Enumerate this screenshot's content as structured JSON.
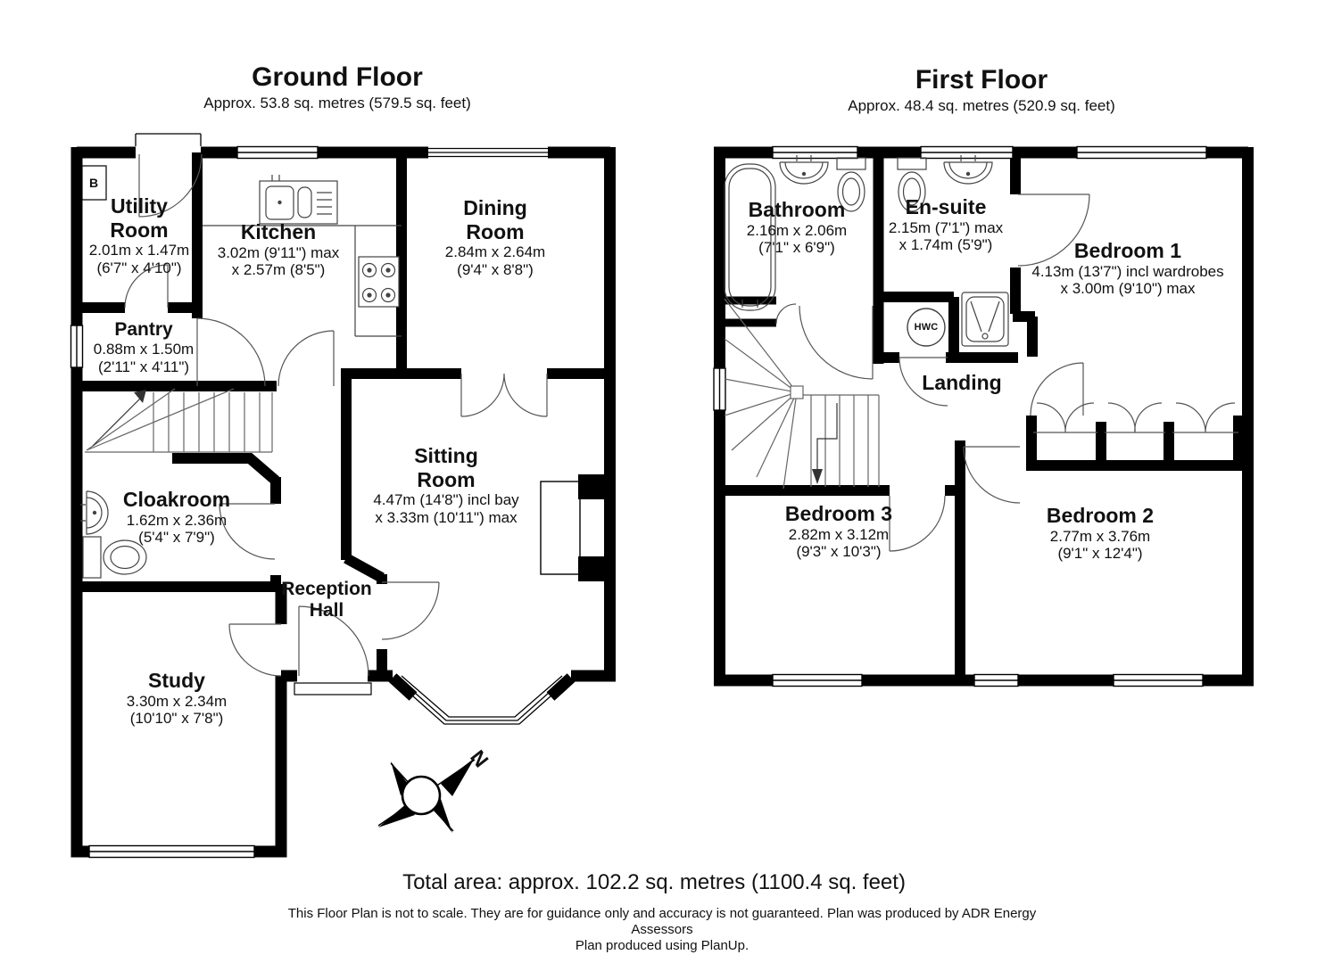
{
  "ground_floor": {
    "title": "Ground Floor",
    "subtitle": "Approx. 53.8 sq. metres (579.5 sq. feet)",
    "rooms": {
      "utility": {
        "n1": "Utility",
        "n2": "Room",
        "d1": "2.01m x 1.47m",
        "d2": "(6'7\" x 4'10\")"
      },
      "kitchen": {
        "n1": "Kitchen",
        "d1": "3.02m (9'11\") max",
        "d2": "x 2.57m (8'5\")"
      },
      "dining": {
        "n1": "Dining",
        "n2": "Room",
        "d1": "2.84m x 2.64m",
        "d2": "(9'4\" x 8'8\")"
      },
      "pantry": {
        "n1": "Pantry",
        "d1": "0.88m x 1.50m",
        "d2": "(2'11\" x 4'11\")"
      },
      "cloakroom": {
        "n1": "Cloakroom",
        "d1": "1.62m x 2.36m",
        "d2": "(5'4\" x 7'9\")"
      },
      "sitting": {
        "n1": "Sitting",
        "n2": "Room",
        "d1": "4.47m (14'8\") incl bay",
        "d2": "x 3.33m (10'11\") max"
      },
      "reception": {
        "n1": "Reception",
        "n2": "Hall"
      },
      "study": {
        "n1": "Study",
        "d1": "3.30m x 2.34m",
        "d2": "(10'10\" x 7'8\")"
      }
    },
    "boiler_label": "B"
  },
  "first_floor": {
    "title": "First Floor",
    "subtitle": "Approx. 48.4 sq. metres (520.9 sq. feet)",
    "rooms": {
      "bathroom": {
        "n1": "Bathroom",
        "d1": "2.16m x 2.06m",
        "d2": "(7'1\" x 6'9\")"
      },
      "ensuite": {
        "n1": "En-suite",
        "d1": "2.15m (7'1\") max",
        "d2": "x 1.74m (5'9\")"
      },
      "bedroom1": {
        "n1": "Bedroom 1",
        "d1": "4.13m (13'7\") incl wardrobes",
        "d2": "x 3.00m (9'10\") max"
      },
      "landing": {
        "n1": "Landing"
      },
      "bedroom3": {
        "n1": "Bedroom 3",
        "d1": "2.82m x 3.12m",
        "d2": "(9'3\" x 10'3\")"
      },
      "bedroom2": {
        "n1": "Bedroom 2",
        "d1": "2.77m x 3.76m",
        "d2": "(9'1\" x 12'4\")"
      }
    },
    "hwc_label": "HWC"
  },
  "compass": {
    "north_label": "N"
  },
  "footer": {
    "total_area": "Total area: approx. 102.2 sq. metres (1100.4 sq. feet)",
    "disclaimer_line1": "This Floor Plan is not to scale. They are for guidance only and accuracy is not guaranteed. Plan was produced by ADR Energy",
    "disclaimer_line2": "Assessors",
    "produced_with": "Plan produced using PlanUp."
  }
}
